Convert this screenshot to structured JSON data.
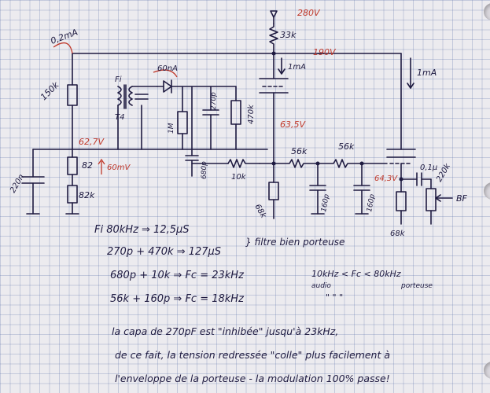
{
  "schematic": {
    "labels": {
      "v_supply": "280V",
      "r_top": "33k",
      "v_bus": "190V",
      "i_tube1": "1mA",
      "i_tube2": "1mA",
      "i_top_left": "0,2mA",
      "r_left": "150k",
      "i_diode": "60nA",
      "fi_label": "Fi",
      "transformer": "T4",
      "c_270p": "270p",
      "r_470k": "470k",
      "c_680p": "680p",
      "r_1M": "1M",
      "r_10k": "10k",
      "v_623": "62,7V",
      "v_60mv": "60mV",
      "r_82": "82",
      "r_82k": "82k",
      "c_220n": "220n",
      "v_635": "63,5V",
      "r_56k_a": "56k",
      "r_56k_b": "56k",
      "r_68k_a": "68k",
      "c_160p_a": "160p",
      "c_160p_b": "160p",
      "v_643": "64,3V",
      "c_01u": "0,1µ",
      "r_220k": "220k",
      "bf": "BF",
      "r_68k_b": "68k"
    }
  },
  "notes": {
    "line1": "Fi 80kHz ⇒ 12,5µS",
    "line2": "270p + 470k ⇒ 127µS",
    "filter_note": "} filtre bien porteuse",
    "line3": "680p + 10k ⇒ Fc = 23kHz",
    "line4": "56k + 160p ⇒ Fc = 18kHz",
    "range": "10kHz < Fc < 80kHz",
    "range_audio": "audio",
    "range_porteuse": "porteuse",
    "quote_marks": "\"     \"     \"",
    "para1": "la capa de 270pF est \"inhibée\" jusqu'à 23kHz,",
    "para2": "de ce fait, la tension redressée \"colle\" plus facilement à",
    "para3": "l'enveloppe de la porteuse - la modulation 100% passe!"
  }
}
